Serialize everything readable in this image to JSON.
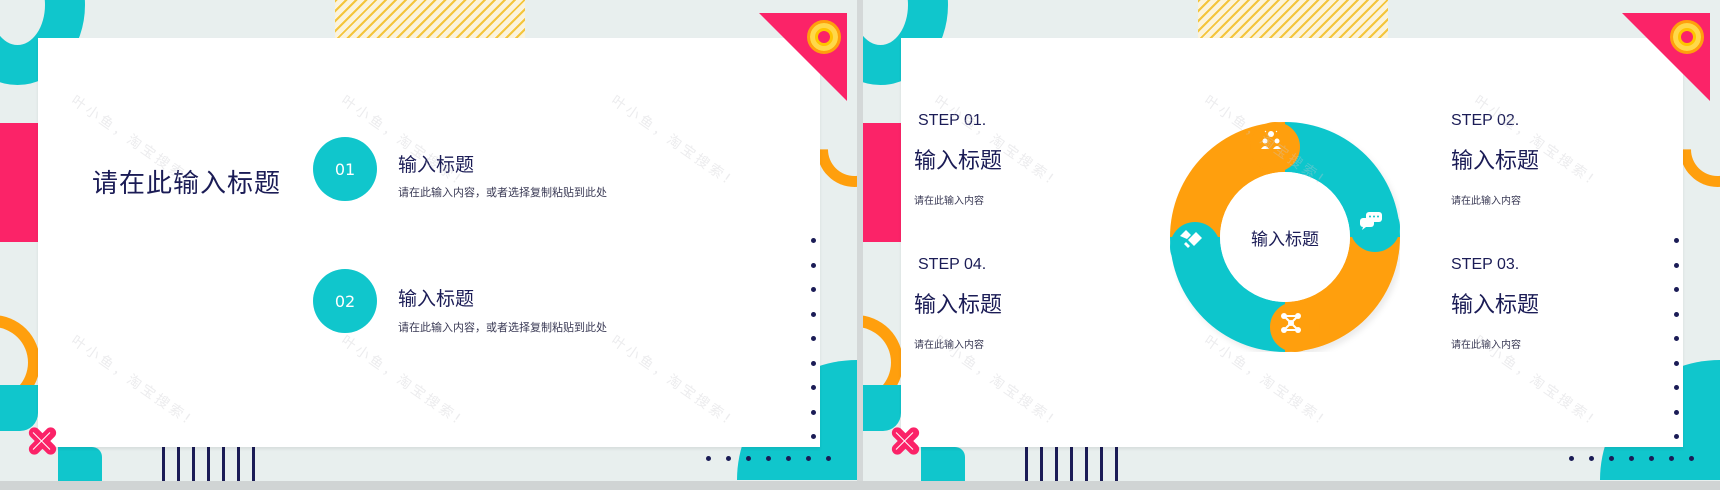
{
  "slides": [
    {
      "main_title": "请在此输入标题",
      "items": [
        {
          "number": "01",
          "title": "输入标题",
          "desc": "请在此输入内容，或者选择复制粘贴到此处"
        },
        {
          "number": "02",
          "title": "输入标题",
          "desc": "请在此输入内容，或者选择复制粘贴到此处"
        }
      ]
    },
    {
      "center_label": "输入标题",
      "steps": [
        {
          "label": "STEP 01.",
          "title": "输入标题",
          "desc": "请在此输入内容",
          "icon": "team-idea-icon"
        },
        {
          "label": "STEP 02.",
          "title": "输入标题",
          "desc": "请在此输入内容",
          "icon": "chat-bubbles-icon"
        },
        {
          "label": "STEP 03.",
          "title": "输入标题",
          "desc": "请在此输入内容",
          "icon": "network-icon"
        },
        {
          "label": "STEP 04.",
          "title": "输入标题",
          "desc": "请在此输入内容",
          "icon": "handshake-icon"
        }
      ]
    }
  ],
  "watermark": "叶小鱼，淘宝搜索!",
  "colors": {
    "teal": "#10c6cc",
    "orange": "#ff9f0d",
    "pink": "#fb2368",
    "navy": "#1b1c56",
    "background": "#e8efee",
    "yellow": "#ffc400"
  }
}
